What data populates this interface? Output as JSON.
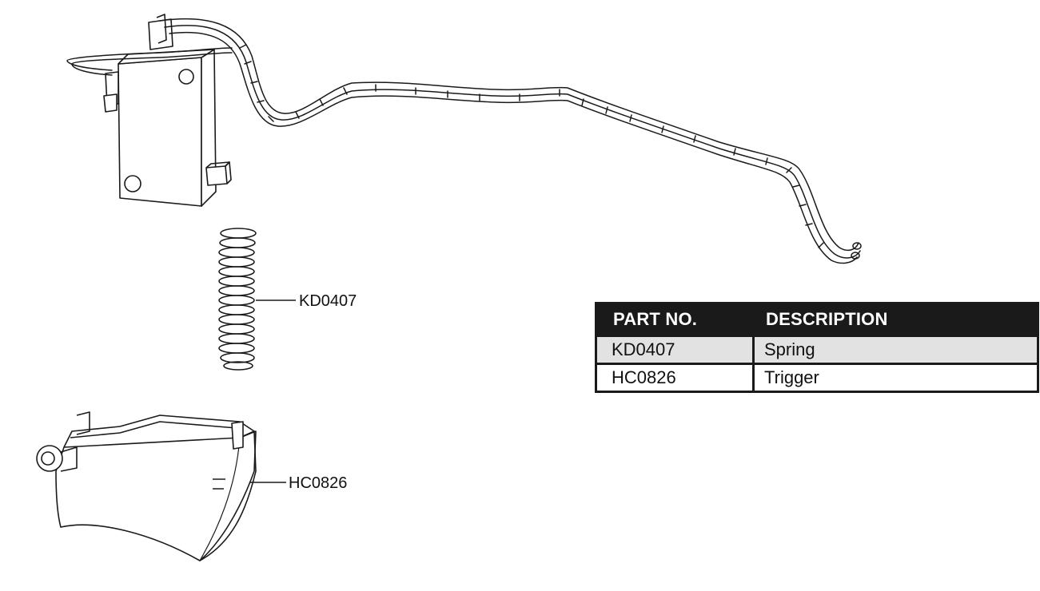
{
  "callouts": {
    "spring_label": "KD0407",
    "trigger_label": "HC0826"
  },
  "table": {
    "headers": {
      "part_no": "PART NO.",
      "description": "DESCRIPTION"
    },
    "rows": [
      {
        "part_no": "KD0407",
        "description": "Spring"
      },
      {
        "part_no": "HC0826",
        "description": "Trigger"
      }
    ]
  },
  "colors": {
    "line": "#1a1a1a",
    "header_bg": "#1a1a1a",
    "header_text": "#ffffff",
    "alt_row_bg": "#e2e2e2"
  },
  "icons": {
    "switch": "micro-switch-icon",
    "wire": "wire-harness-icon",
    "spring": "coil-spring-icon",
    "trigger": "trigger-icon"
  }
}
